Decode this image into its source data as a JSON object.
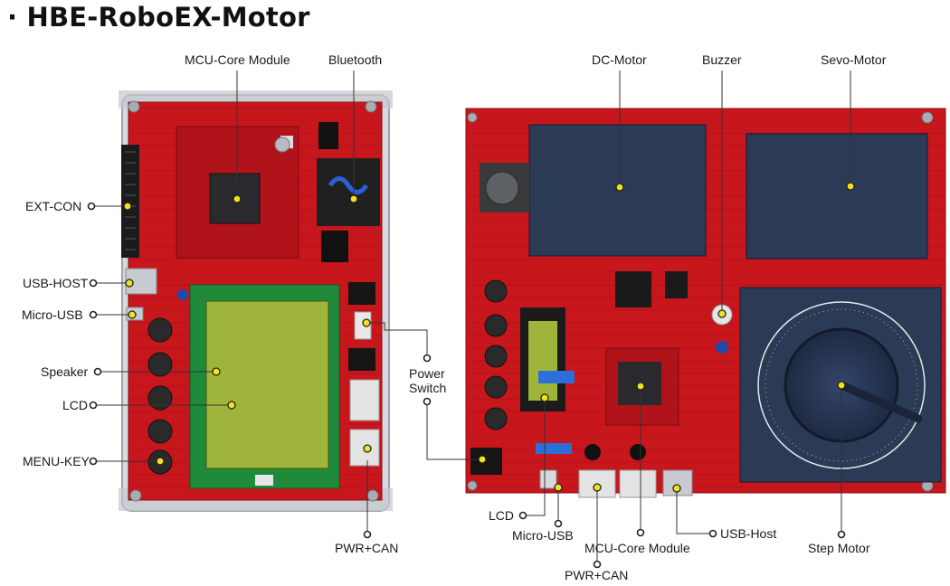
{
  "title": "· HBE-RoboEX-Motor",
  "left_board": {
    "labels": {
      "mcu_core": "MCU-Core Module",
      "bluetooth": "Bluetooth",
      "ext_con": "EXT-CON",
      "usb_host": "USB-HOST",
      "micro_usb": "Micro-USB",
      "speaker": "Speaker",
      "lcd": "LCD",
      "menu_key": "MENU-KEY",
      "power_switch_1": "Power",
      "power_switch_2": "Switch",
      "pwr_can": "PWR+CAN"
    }
  },
  "right_board": {
    "labels": {
      "dc_motor": "DC-Motor",
      "buzzer": "Buzzer",
      "servo_motor": "Sevo-Motor",
      "lcd": "LCD",
      "micro_usb": "Micro-USB",
      "pwr_can": "PWR+CAN",
      "mcu_core": "MCU-Core Module",
      "usb_host": "USB-Host",
      "step_motor": "Step Motor"
    }
  },
  "colors": {
    "board_red": "#c8161d",
    "board_dark_red": "#9e0f14",
    "lcd_green": "#9fb43a",
    "lcd_frame": "#1e8a3a",
    "motor_blue": "#2b3a55",
    "marker_yellow": "#f2e21a",
    "leader_line": "#333333"
  }
}
